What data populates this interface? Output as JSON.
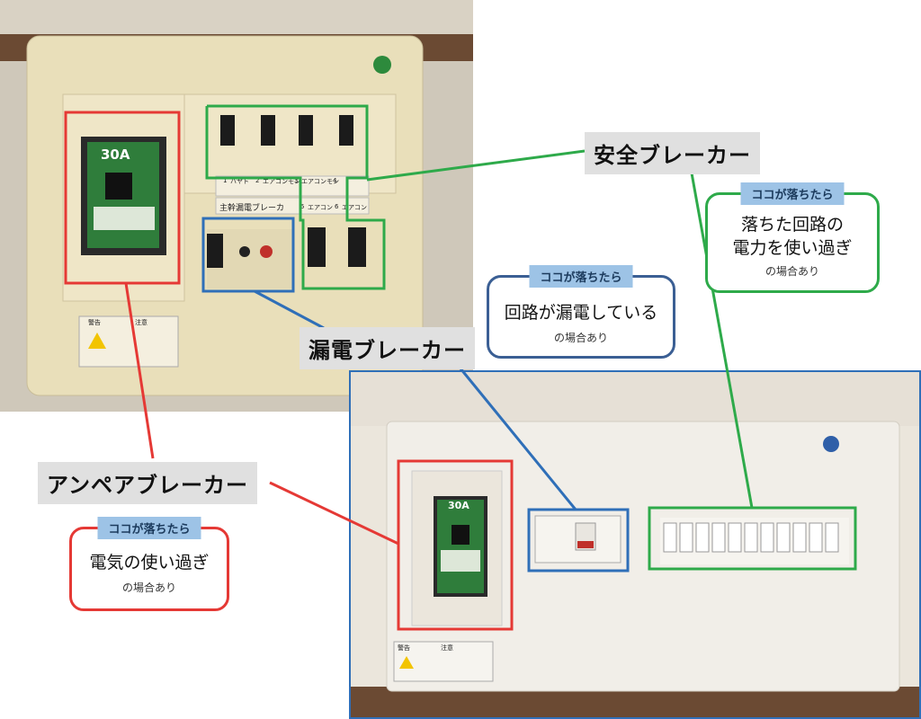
{
  "labels": {
    "safety": "安全ブレーカー",
    "leakage": "漏電ブレーカー",
    "ampere": "アンペアブレーカー"
  },
  "callouts": {
    "safety": {
      "tag": "ココが落ちたら",
      "line1": "落ちた回路の",
      "line2": "電力を使い過ぎ",
      "sub": "の場合あり"
    },
    "leakage": {
      "tag": "ココが落ちたら",
      "line1": "回路が漏電している",
      "sub": "の場合あり"
    },
    "ampere": {
      "tag": "ココが落ちたら",
      "line1": "電気の使い過ぎ",
      "sub": "の場合あり"
    }
  },
  "photo_text": {
    "rating_top": "30A",
    "rating_bottom": "30A",
    "main_leakage_label": "主幹漏電ブレーカ",
    "warning_1": "警告",
    "caution_1": "注意",
    "warning_2": "警告",
    "caution_2": "注意",
    "circuits": [
      "1",
      "2",
      "3",
      "4",
      "5",
      "6"
    ],
    "circuit_names": [
      "ハヤト",
      "エアコンモン",
      "エアコンモン",
      "",
      "エアコン",
      "エアコン"
    ]
  },
  "colors": {
    "ampere_box": "#e53935",
    "leakage_box": "#2f6fb8",
    "safety_box": "#2eaa4a",
    "callout_tag": "#9dc3e6"
  }
}
